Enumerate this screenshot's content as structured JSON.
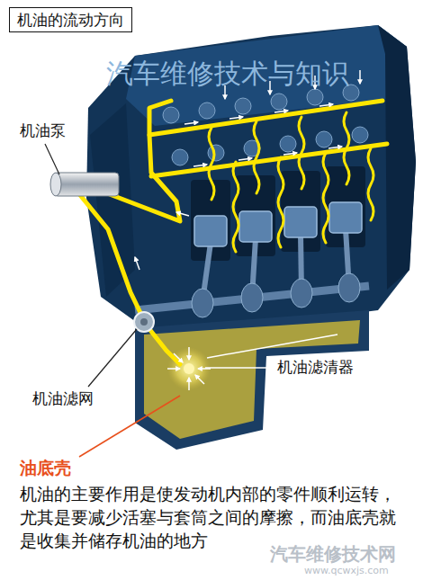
{
  "diagram": {
    "title": "机油的流动方向",
    "labels": [
      "汽车维修技术与知识",
      "机油泵",
      "机油滤清器",
      "机油滤网",
      "油底壳",
      "机油的主要作用是使发动机内部的零件顺利运转，尤其是要减少活塞与套筒之间的摩擦，而油底壳就是收集并储存机油的地方",
      "汽车维修技术网",
      "www.qcwxjs.com"
    ]
  }
}
